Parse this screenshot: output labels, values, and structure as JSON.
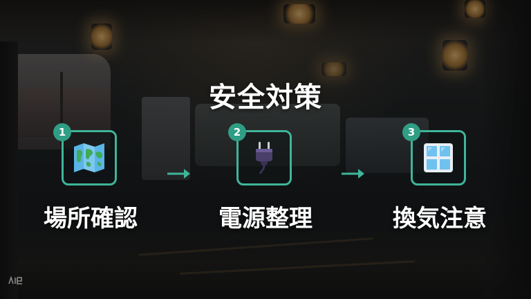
{
  "title": "安全対策",
  "steps": [
    {
      "number": "1",
      "label": "場所確認",
      "icon": "map-icon"
    },
    {
      "number": "2",
      "label": "電源整理",
      "icon": "power-plug-icon"
    },
    {
      "number": "3",
      "label": "換気注意",
      "icon": "window-icon"
    }
  ],
  "colors": {
    "accent": "#3fb59a",
    "badge": "#2f9e85",
    "text": "#ffffff"
  }
}
